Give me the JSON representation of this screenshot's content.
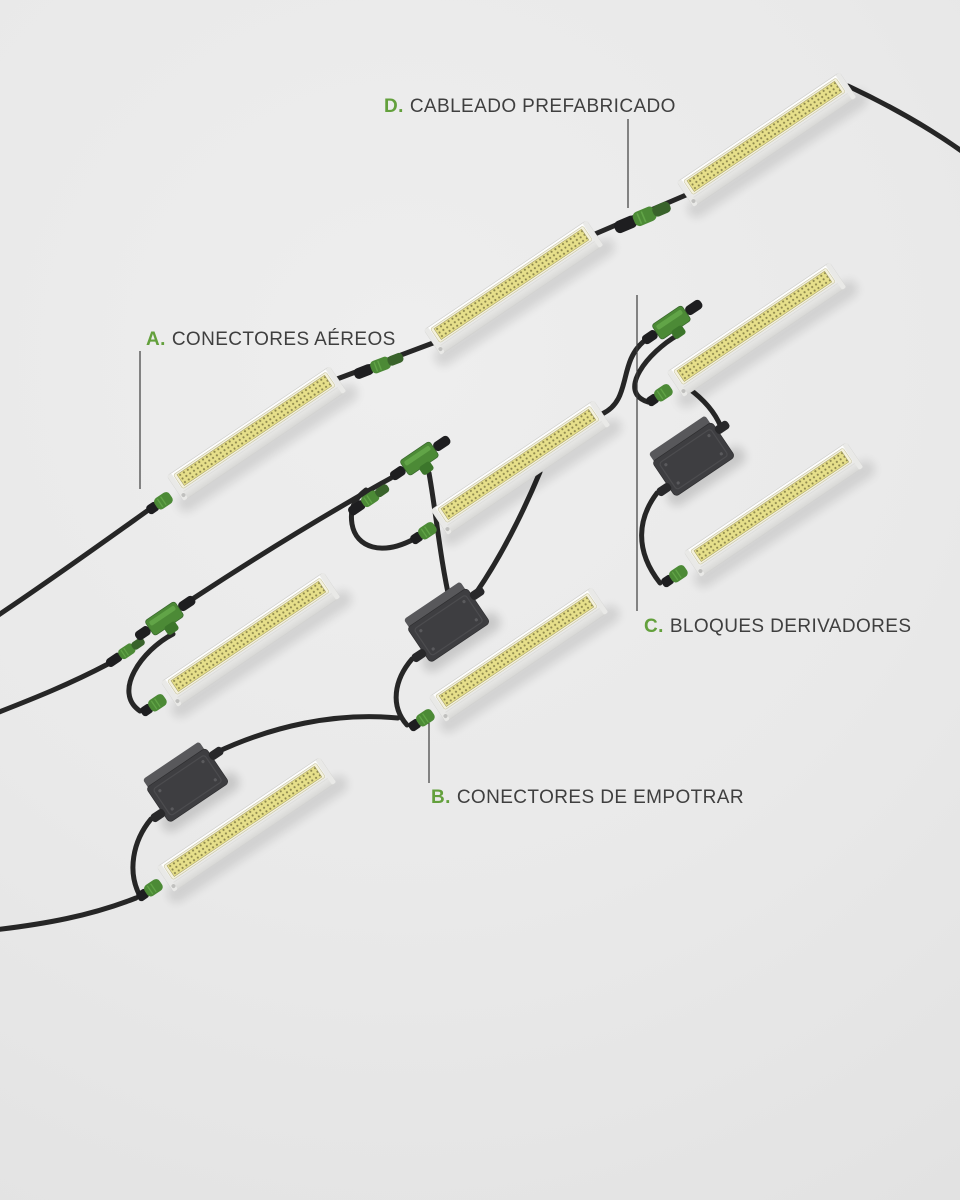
{
  "scene": {
    "background": "#e9e9e9"
  },
  "colors": {
    "accent_green": "#63a03c",
    "label_text": "#3f3f3f",
    "cable": "#262626",
    "led_panel": "#e6df8a",
    "luminaire_body": "#f5f5f4",
    "junction_box": "#3e3e41",
    "connector_green": "#4c8a36"
  },
  "labels": [
    {
      "id": "d",
      "letter": "D.",
      "text": "CABLEADO PREFABRICADO"
    },
    {
      "id": "a",
      "letter": "A.",
      "text": "CONECTORES AÉREOS"
    },
    {
      "id": "c",
      "letter": "C.",
      "text": "BLOQUES DERIVADORES"
    },
    {
      "id": "b",
      "letter": "B.",
      "text": "CONECTORES DE EMPOTRAR"
    }
  ]
}
